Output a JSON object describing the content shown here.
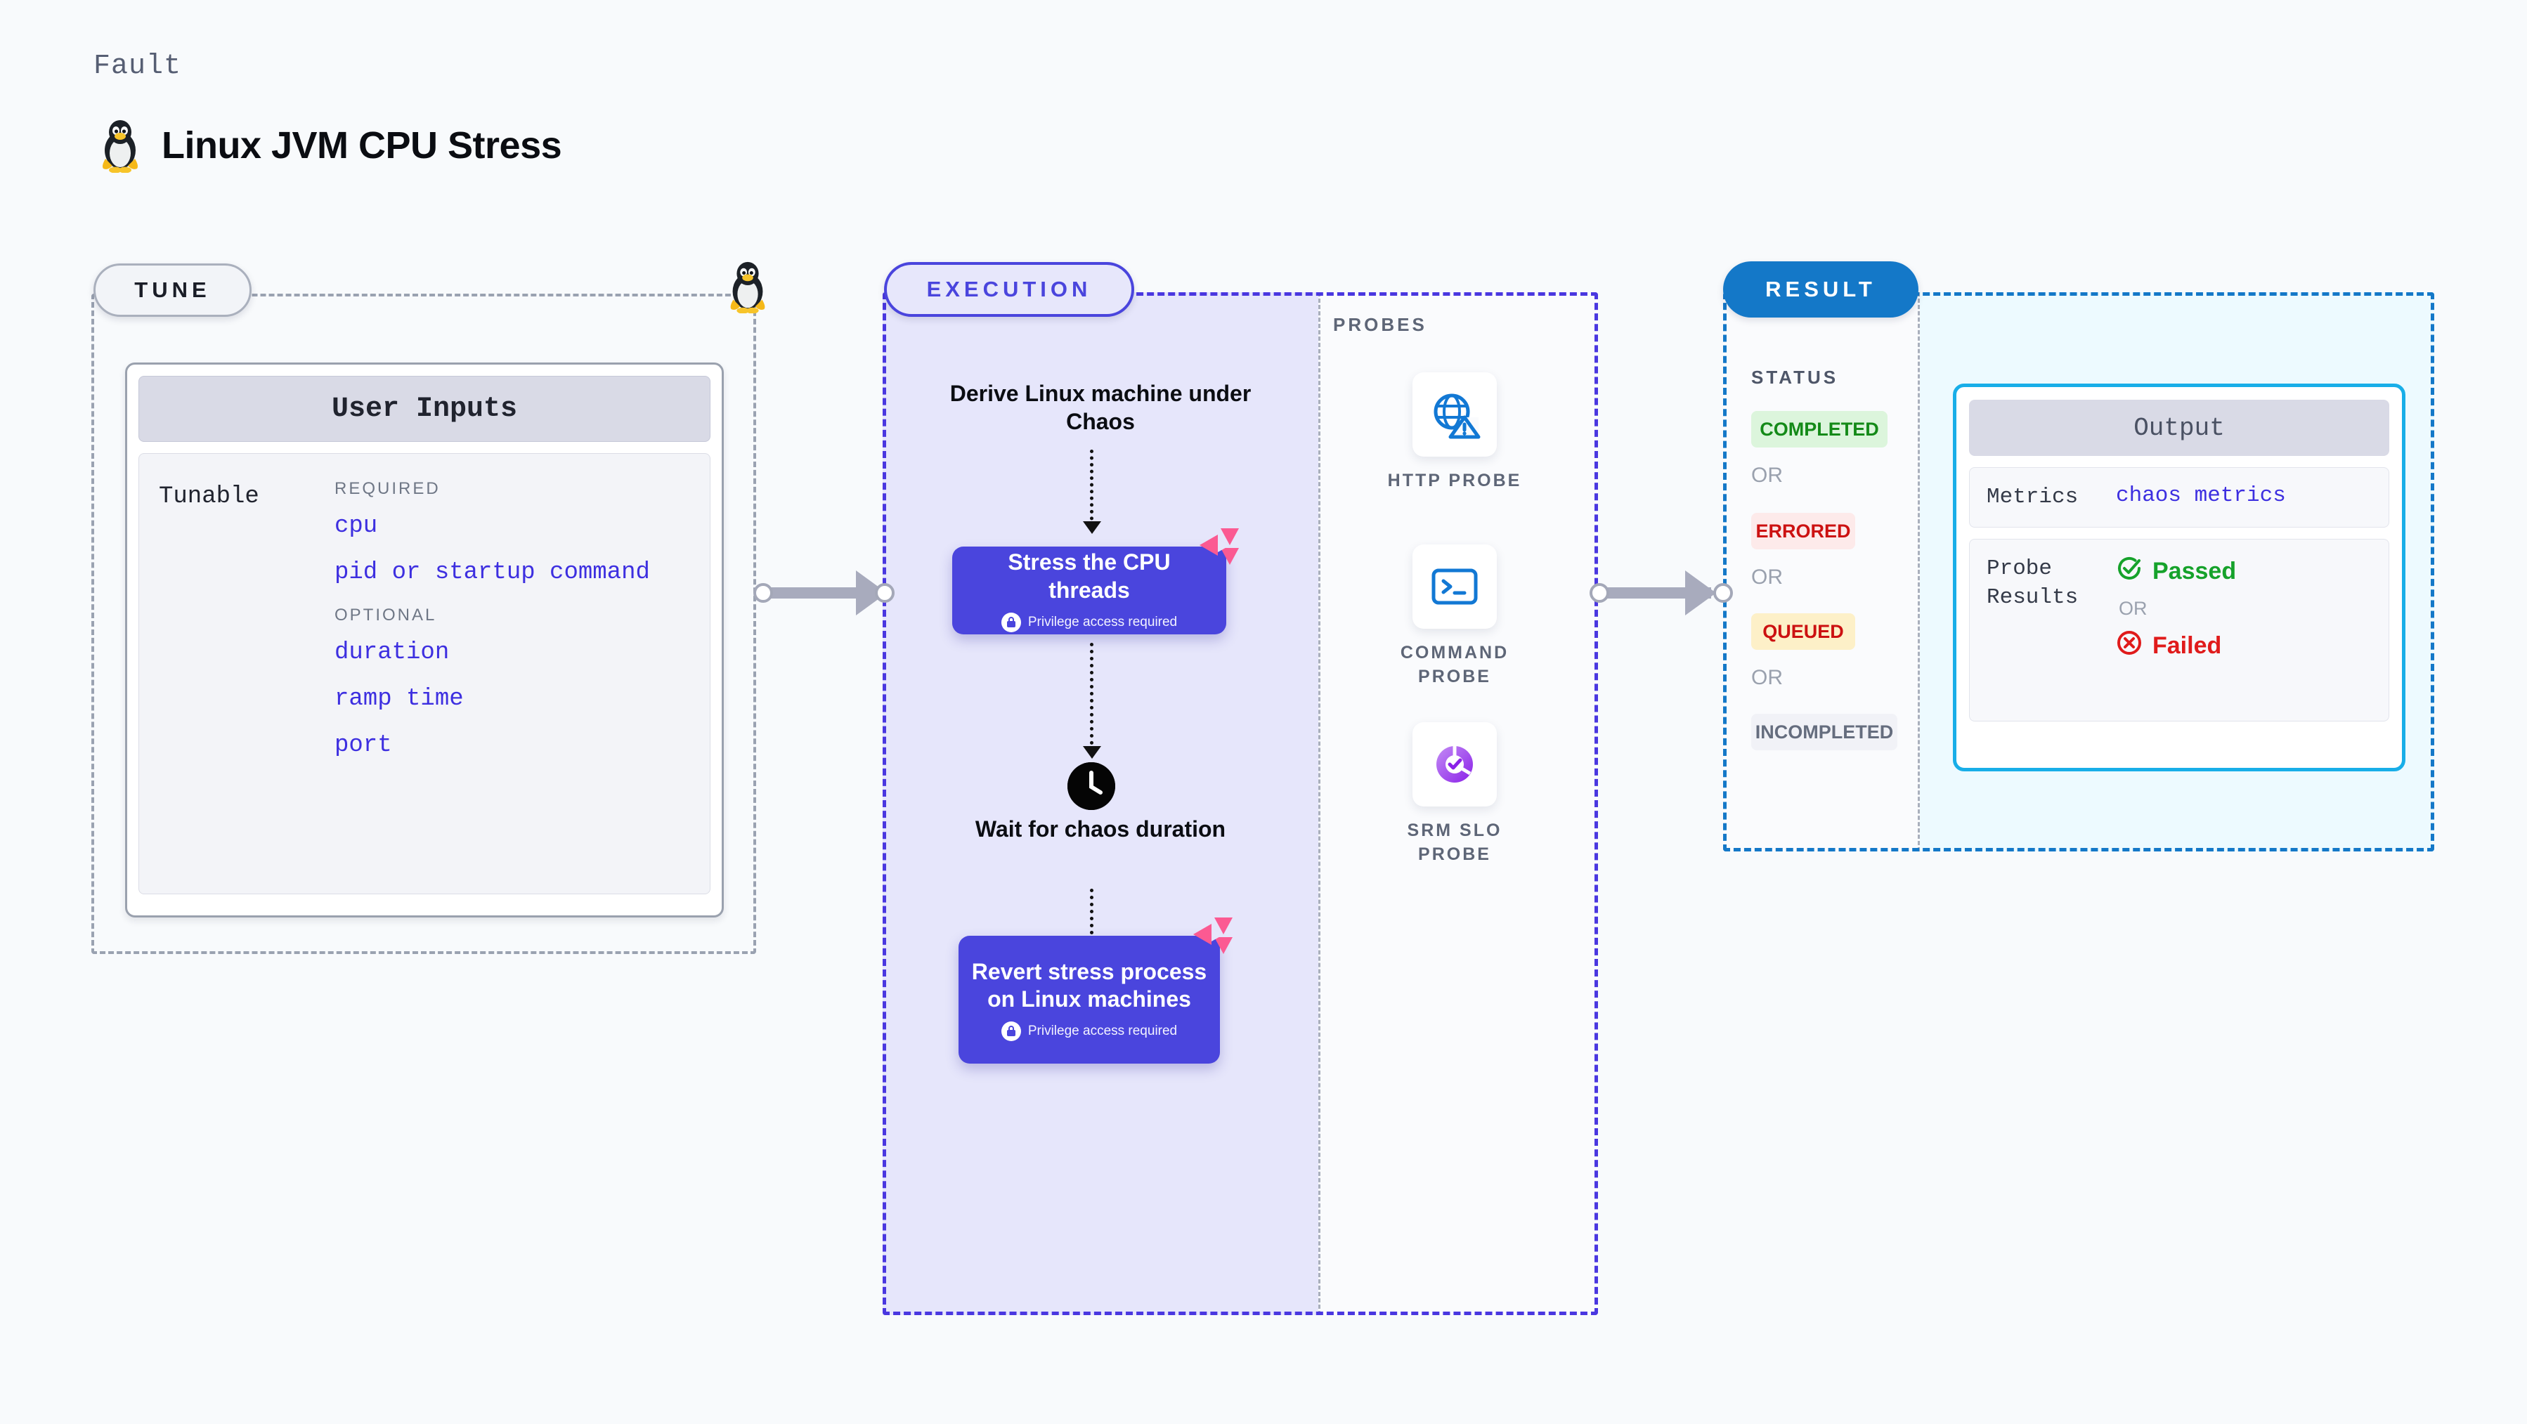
{
  "header": {
    "kicker": "Fault",
    "title": "Linux JVM CPU Stress",
    "icon": "tux-penguin-icon"
  },
  "stages": {
    "tune": {
      "label": "TUNE"
    },
    "execution": {
      "label": "EXECUTION"
    },
    "probes": {
      "label": "PROBES"
    },
    "result": {
      "label": "RESULT"
    }
  },
  "tune": {
    "card_title": "User Inputs",
    "tunable_label": "Tunable",
    "groups": [
      {
        "label": "REQUIRED",
        "items": [
          "cpu",
          "pid or startup command"
        ]
      },
      {
        "label": "OPTIONAL",
        "items": [
          "duration",
          "ramp time",
          "port"
        ]
      }
    ]
  },
  "execution": {
    "steps": [
      {
        "type": "text",
        "title": "Derive Linux machine under Chaos"
      },
      {
        "type": "node",
        "title": "Stress the CPU threads",
        "privilege": "Privilege access required",
        "badge": "litmus-logo-icon"
      },
      {
        "type": "wait",
        "title": "Wait for chaos duration",
        "icon": "clock-icon"
      },
      {
        "type": "node",
        "title": "Revert stress process on Linux machines",
        "privilege": "Privilege access required",
        "badge": "litmus-logo-icon"
      }
    ]
  },
  "probes": {
    "items": [
      {
        "label": "HTTP PROBE",
        "icon": "globe-warning-icon"
      },
      {
        "label": "COMMAND PROBE",
        "icon": "terminal-icon"
      },
      {
        "label": "SRM SLO PROBE",
        "icon": "slo-donut-icon"
      }
    ]
  },
  "result": {
    "status_label": "STATUS",
    "or_label": "OR",
    "statuses": [
      {
        "label": "COMPLETED",
        "bg": "#dcf5dc",
        "fg": "#148a18"
      },
      {
        "label": "ERRORED",
        "bg": "#fdeaea",
        "fg": "#cc1111"
      },
      {
        "label": "QUEUED",
        "bg": "#fdf0c8",
        "fg": "#cc1111"
      },
      {
        "label": "INCOMPLETED",
        "bg": "#f1f2f7",
        "fg": "#656d7e"
      }
    ],
    "output": {
      "title": "Output",
      "metrics_key": "Metrics",
      "metrics_value": "chaos metrics",
      "probe_key": "Probe Results",
      "passed": "Passed",
      "or": "OR",
      "failed": "Failed"
    }
  },
  "colors": {
    "page_bg": "#f8fafc",
    "tune_border": "#9aa2b1",
    "execution": "#4a45dd",
    "execution_bg": "#e6e6fb",
    "result_border": "#1478c8",
    "result_bg": "#edfaff",
    "output_border": "#18aee8",
    "litmus_pink": "#fb5a92",
    "code_text": "#3d2fe0"
  }
}
